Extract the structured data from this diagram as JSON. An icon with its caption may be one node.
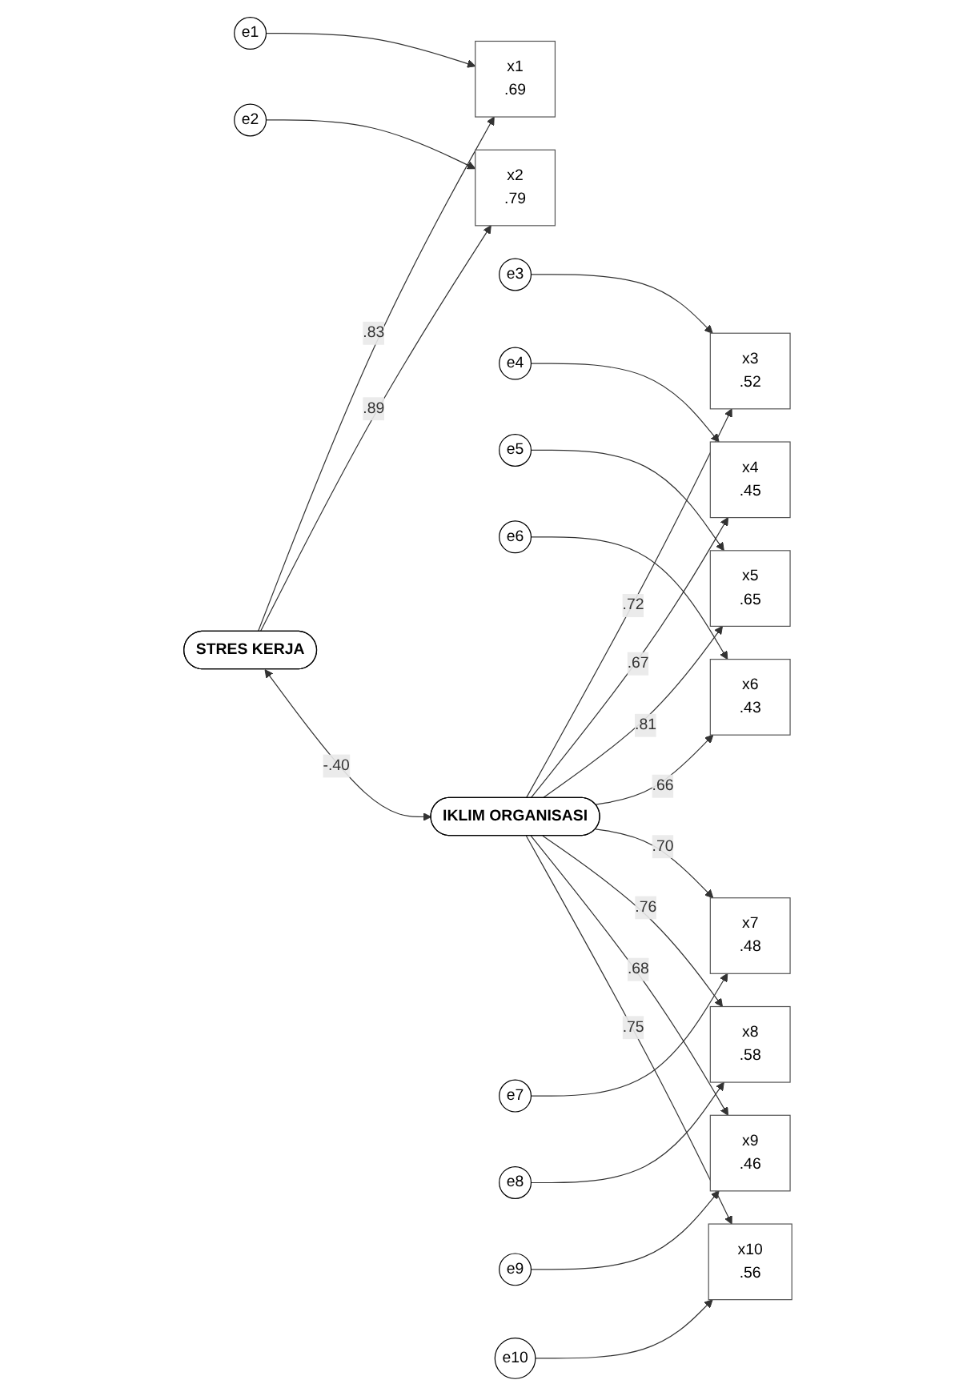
{
  "diagram": {
    "nodes": [
      {
        "text": [
          "e1"
        ]
      },
      {
        "text": [
          "x1",
          ".69"
        ]
      },
      {
        "text": [
          "e2"
        ]
      },
      {
        "text": [
          "x2",
          ".79"
        ]
      },
      {
        "text": [
          "STRES KERJA"
        ]
      },
      {
        "text": [
          "e3"
        ]
      },
      {
        "text": [
          "x3",
          ".52"
        ]
      },
      {
        "text": [
          "e4"
        ]
      },
      {
        "text": [
          "x4",
          ".45"
        ]
      },
      {
        "text": [
          "e5"
        ]
      },
      {
        "text": [
          "x5",
          ".65"
        ]
      },
      {
        "text": [
          "e6"
        ]
      },
      {
        "text": [
          "x6",
          ".43"
        ]
      },
      {
        "text": [
          "IKLIM ORGANISASI"
        ]
      },
      {
        "text": [
          "e7"
        ]
      },
      {
        "text": [
          "x7",
          ".48"
        ]
      },
      {
        "text": [
          "e8"
        ]
      },
      {
        "text": [
          "x8",
          ".58"
        ]
      },
      {
        "text": [
          "e9"
        ]
      },
      {
        "text": [
          "x9",
          ".46"
        ]
      },
      {
        "text": [
          "e10"
        ]
      },
      {
        "text": [
          "x10",
          ".56"
        ]
      }
    ],
    "edges": [
      {
        "from": 0,
        "to": 1,
        "arrow": "to"
      },
      {
        "from": 2,
        "to": 3,
        "arrow": "to"
      },
      {
        "from": 4,
        "to": 1,
        "arrow": "to",
        "label": ".83"
      },
      {
        "from": 4,
        "to": 3,
        "arrow": "to",
        "label": ".89"
      },
      {
        "from": 4,
        "to": 13,
        "arrow": "both",
        "label": "-.40"
      },
      {
        "from": 5,
        "to": 6,
        "arrow": "to"
      },
      {
        "from": 7,
        "to": 8,
        "arrow": "to"
      },
      {
        "from": 9,
        "to": 10,
        "arrow": "to"
      },
      {
        "from": 11,
        "to": 12,
        "arrow": "to"
      },
      {
        "from": 14,
        "to": 15,
        "arrow": "to"
      },
      {
        "from": 16,
        "to": 17,
        "arrow": "to"
      },
      {
        "from": 18,
        "to": 19,
        "arrow": "to"
      },
      {
        "from": 20,
        "to": 21,
        "arrow": "to"
      },
      {
        "from": 13,
        "to": 6,
        "arrow": "to",
        "label": ".72"
      },
      {
        "from": 13,
        "to": 8,
        "arrow": "to",
        "label": ".67"
      },
      {
        "from": 13,
        "to": 10,
        "arrow": "to",
        "label": ".81"
      },
      {
        "from": 13,
        "to": 12,
        "arrow": "to",
        "label": ".66"
      },
      {
        "from": 13,
        "to": 15,
        "arrow": "to",
        "label": ".70"
      },
      {
        "from": 13,
        "to": 17,
        "arrow": "to",
        "label": ".76"
      },
      {
        "from": 13,
        "to": 19,
        "arrow": "to",
        "label": ".68"
      },
      {
        "from": 13,
        "to": 21,
        "arrow": "to",
        "label": ".75"
      }
    ]
  }
}
